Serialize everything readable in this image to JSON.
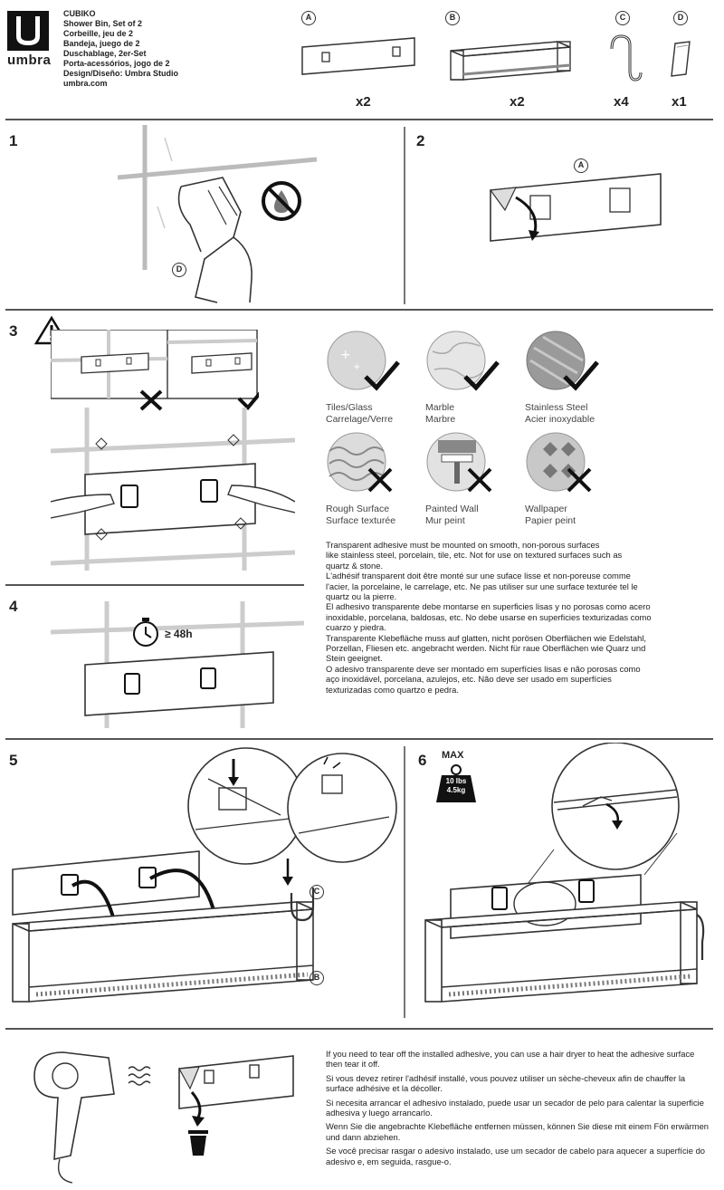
{
  "brand": {
    "name": "umbra"
  },
  "product": {
    "title": "CUBIKO",
    "lines": [
      "Shower Bin, Set of 2",
      "Corbeille, jeu de 2",
      "Bandeja, juego de 2",
      "Duschablage, 2er-Set",
      "Porta-acessórios, jogo de 2",
      "Design/Diseño: Umbra Studio",
      "umbra.com"
    ]
  },
  "parts": [
    {
      "letter": "A",
      "qty": "x2",
      "icon": "adhesive-plate-icon"
    },
    {
      "letter": "B",
      "qty": "x2",
      "icon": "shower-bin-icon"
    },
    {
      "letter": "C",
      "qty": "x4",
      "icon": "s-hook-icon"
    },
    {
      "letter": "D",
      "qty": "x1",
      "icon": "cleaning-wipe-icon"
    }
  ],
  "steps": {
    "s1": {
      "number": "1",
      "part_letter": "D"
    },
    "s2": {
      "number": "2",
      "part_letter": "A"
    },
    "s3": {
      "number": "3"
    },
    "s4": {
      "number": "4",
      "wait": "≥ 48h"
    },
    "s5": {
      "number": "5",
      "letter_c": "C",
      "letter_b": "B"
    },
    "s6": {
      "number": "6",
      "max": "MAX",
      "weight_lbs": "10 lbs",
      "weight_kg": "4.5kg"
    }
  },
  "surfaces": [
    {
      "en": "Tiles/Glass",
      "fr": "Carrelage/Verre",
      "ok": true,
      "icon": "tiles-glass-icon"
    },
    {
      "en": "Marble",
      "fr": "Marbre",
      "ok": true,
      "icon": "marble-icon"
    },
    {
      "en": "Stainless Steel",
      "fr": "Acier inoxydable",
      "ok": true,
      "icon": "stainless-steel-icon"
    },
    {
      "en": "Rough Surface",
      "fr": "Surface texturée",
      "ok": false,
      "icon": "rough-surface-icon"
    },
    {
      "en": "Painted Wall",
      "fr": "Mur peint",
      "ok": false,
      "icon": "painted-wall-icon"
    },
    {
      "en": "Wallpaper",
      "fr": "Papier peint",
      "ok": false,
      "icon": "wallpaper-icon"
    }
  ],
  "adhesive_note": [
    "Transparent adhesive must be mounted on smooth, non-porous surfaces",
    "like stainless steel, porcelain, tile, etc. Not for use on textured surfaces such as",
    "quartz & stone.",
    "L'adhésif transparent doit être monté sur une suface lisse et non-poreuse comme",
    "l'acier, la porcelaine, le carrelage, etc. Ne pas utiliser sur une surface texturée tel le",
    "quartz ou la pierre.",
    "El adhesivo transparente debe montarse en superficies lisas y no porosas como acero",
    "inoxidable, porcelana, baldosas, etc. No debe usarse en superficies texturizadas como",
    "cuarzo y piedra.",
    "Transparente Klebefläche muss auf glatten, nicht porösen Oberflächen wie Edelstahl,",
    "Porzellan, Fliesen etc. angebracht werden. Nicht für raue Oberflächen wie Quarz und",
    "Stein geeignet.",
    "O adesivo transparente deve ser montado em superfícies lisas e não porosas como",
    "aço inoxidável, porcelana, azulejos, etc. Não deve ser usado em superfícies",
    "texturizadas como quartzo e pedra."
  ],
  "removal_note": [
    "If you need to tear off the installed adhesive, you can use a hair dryer to heat the adhesive surface then tear it off.",
    "Si vous devez retirer l'adhésif installé, vous pouvez utiliser un sèche-cheveux afin de chauffer la surface adhésive et la décoller.",
    "Si necesita arrancar el adhesivo instalado, puede usar un secador de pelo para calentar la superficie adhesiva y luego arrancarlo.",
    "Wenn Sie die angebrachte Klebefläche entfernen müssen, können Sie diese mit einem Fön erwärmen und dann abziehen.",
    "Se você precisar rasgar o adesivo instalado, use um secador de cabelo para aquecer a superfície do adesivo e, em seguida, rasgue-o."
  ]
}
